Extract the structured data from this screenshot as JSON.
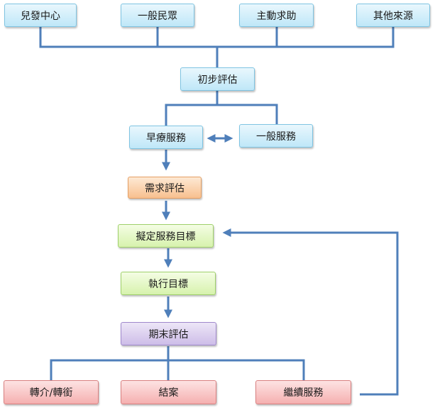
{
  "sources": {
    "child_center": "兒發中心",
    "public": "一般民眾",
    "self_help": "主動求助",
    "other": "其他來源"
  },
  "steps": {
    "initial_eval": "初步評估",
    "early_treatment": "早療服務",
    "general_service": "一般服務",
    "needs_eval": "需求評估",
    "set_goals": "擬定服務目標",
    "execute_goals": "執行目標",
    "final_eval": "期末評估"
  },
  "outcomes": {
    "referral": "轉介/轉銜",
    "close_case": "結案",
    "continue_service": "繼續服務"
  },
  "colors": {
    "connector": "#4f7fba"
  }
}
